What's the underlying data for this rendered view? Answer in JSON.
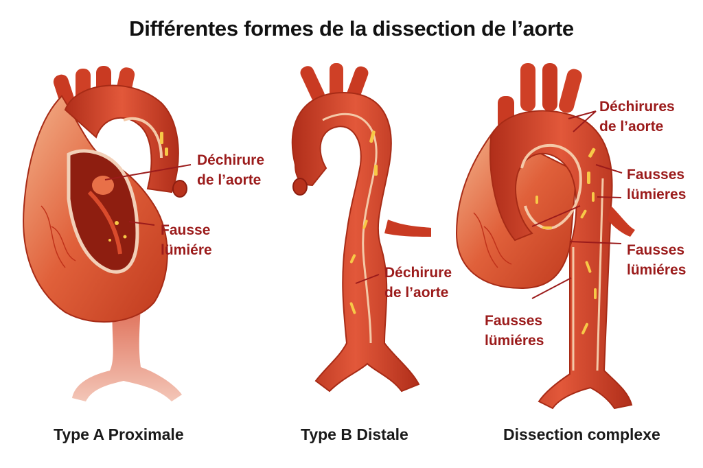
{
  "title": "Différentes formes de la dissection de l’aorte",
  "panels": [
    {
      "caption": "Type A Proximale",
      "labels": [
        {
          "text": "Déchirure\nde l’aorte"
        },
        {
          "text": "Fausse\nlümiére"
        }
      ]
    },
    {
      "caption": "Type B Distale",
      "labels": [
        {
          "text": "Déchirure\nde l’aorte"
        }
      ]
    },
    {
      "caption": "Dissection complexe",
      "labels": [
        {
          "text": "Déchirures\nde l’aorte"
        },
        {
          "text": "Fausses\nlümieres"
        },
        {
          "text": "Fausses\nlümiéres"
        },
        {
          "text": "Fausses\nlümiéres"
        }
      ]
    }
  ],
  "colors": {
    "label": "#9b1b1b",
    "title": "#111111",
    "vessel_dark": "#b8321c",
    "vessel_mid": "#d9472a",
    "vessel_light": "#f0a27a",
    "lumen_yellow": "#f7c948",
    "background": "#ffffff"
  }
}
